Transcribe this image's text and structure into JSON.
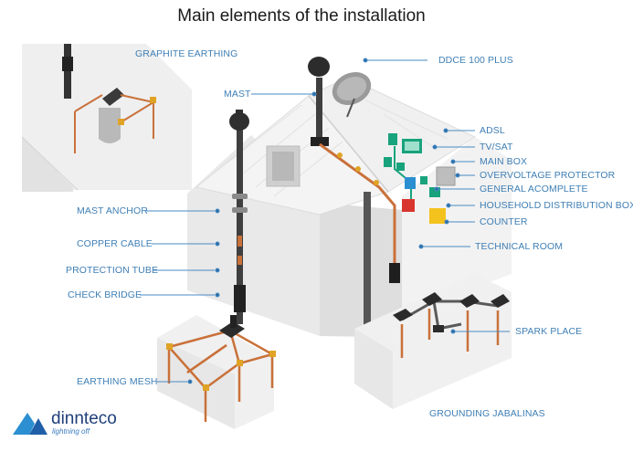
{
  "title": "Main elements of the installation",
  "labels": {
    "graphite_earthing": "GRAPHITE EARTHING",
    "ddce": "DDCE 100 PLUS",
    "mast": "MAST",
    "adsl": "ADSL",
    "tv_sat": "TV/SAT",
    "main_box": "MAIN BOX",
    "overvoltage": "OVERVOLTAGE PROTECTOR",
    "general": "GENERAL ACOMPLETE",
    "household": "HOUSEHOLD DISTRIBUTION BOX",
    "counter": "COUNTER",
    "mast_anchor": "MAST ANCHOR",
    "copper_cable": "COPPER CABLE",
    "technical_room": "TECHNICAL ROOM",
    "protection_tube": "PROTECTION TUBE",
    "check_bridge": "CHECK BRIDGE",
    "spark_place": "SPARK PLACE",
    "earthing_mesh": "EARTHING MESH",
    "grounding": "GROUNDING JABALINAS"
  },
  "logo": {
    "brand": "dinnteco",
    "tagline": "lightning off"
  },
  "colors": {
    "label_blue": "#3f7fb5",
    "copper": "#c9713a",
    "wall": "#e8e8e8",
    "roof": "#f1f1f1",
    "equipment_green": "#18a37c",
    "equipment_red": "#d9352f",
    "equipment_yellow": "#f3c21d",
    "equipment_blue": "#2b8fd1"
  }
}
